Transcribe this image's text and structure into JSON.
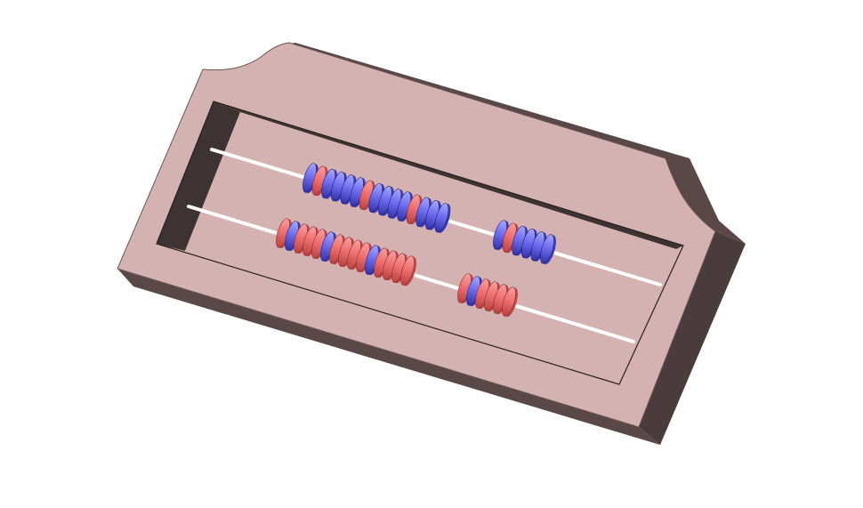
{
  "abacus": {
    "colors": {
      "frame_face": "#d5b2b2",
      "frame_side": "#4a3c3c",
      "inner_wall": "#3e3333",
      "rod": "#ffffff",
      "bead_red": "#f07070",
      "bead_red_dark": "#c04848",
      "bead_blue": "#6e6ef0",
      "bead_blue_dark": "#3a3ab4"
    },
    "rods": [
      {
        "name": "rod-upper",
        "groups": [
          {
            "name": "upper-left-group",
            "beads": [
              "blue",
              "red",
              "blue",
              "blue",
              "blue",
              "blue",
              "red",
              "blue",
              "blue",
              "blue",
              "blue",
              "red",
              "blue",
              "blue",
              "blue"
            ]
          },
          {
            "name": "upper-right-group",
            "beads": [
              "blue",
              "red",
              "blue",
              "blue",
              "blue",
              "blue"
            ]
          }
        ]
      },
      {
        "name": "rod-lower",
        "groups": [
          {
            "name": "lower-left-group",
            "beads": [
              "red",
              "blue",
              "red",
              "red",
              "red",
              "blue",
              "red",
              "red",
              "red",
              "red",
              "blue",
              "red",
              "red",
              "red",
              "red"
            ]
          },
          {
            "name": "lower-right-group",
            "beads": [
              "red",
              "blue",
              "red",
              "red",
              "red",
              "red"
            ]
          }
        ]
      }
    ]
  }
}
